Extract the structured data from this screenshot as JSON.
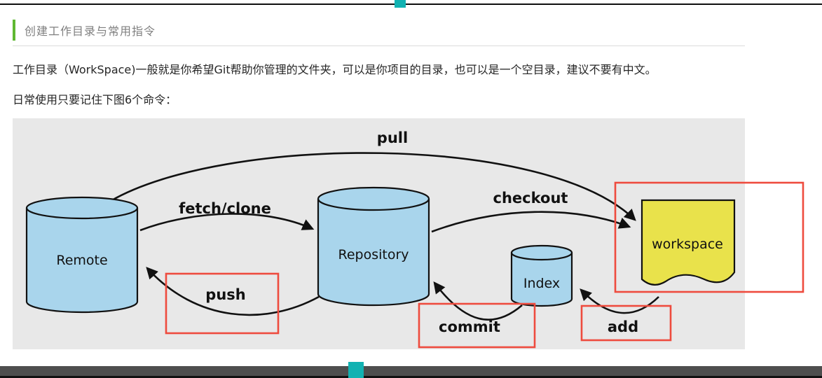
{
  "header": {
    "title": "创建工作目录与常用指令"
  },
  "paragraphs": {
    "intro": "工作目录（WorkSpace)一般就是你希望Git帮助你管理的文件夹，可以是你项目的目录，也可以是一个空目录，建议不要有中文。",
    "commands_hint": "日常使用只要记住下图6个命令："
  },
  "colors": {
    "accent_green": "#5fb832",
    "teal_marker": "#12b2b2",
    "diagram_bg": "#e8e8e8",
    "cylinder_fill": "#a9d5ec",
    "workspace_fill": "#e9e24b",
    "highlight_red": "#ee4b3e"
  },
  "diagram": {
    "nodes": [
      {
        "id": "remote",
        "label": "Remote",
        "shape": "cylinder",
        "highlighted": false
      },
      {
        "id": "repository",
        "label": "Repository",
        "shape": "cylinder",
        "highlighted": false
      },
      {
        "id": "index",
        "label": "Index",
        "shape": "cylinder",
        "highlighted": false
      },
      {
        "id": "workspace",
        "label": "workspace",
        "shape": "document",
        "highlighted": true
      }
    ],
    "commands": [
      {
        "label": "pull",
        "from": "remote",
        "to": "workspace",
        "highlighted": false
      },
      {
        "label": "fetch/clone",
        "from": "remote",
        "to": "repository",
        "highlighted": false
      },
      {
        "label": "checkout",
        "from": "repository",
        "to": "workspace",
        "highlighted": false
      },
      {
        "label": "push",
        "from": "repository",
        "to": "remote",
        "highlighted": true
      },
      {
        "label": "commit",
        "from": "index",
        "to": "repository",
        "highlighted": true
      },
      {
        "label": "add",
        "from": "workspace",
        "to": "index",
        "highlighted": true
      }
    ]
  }
}
